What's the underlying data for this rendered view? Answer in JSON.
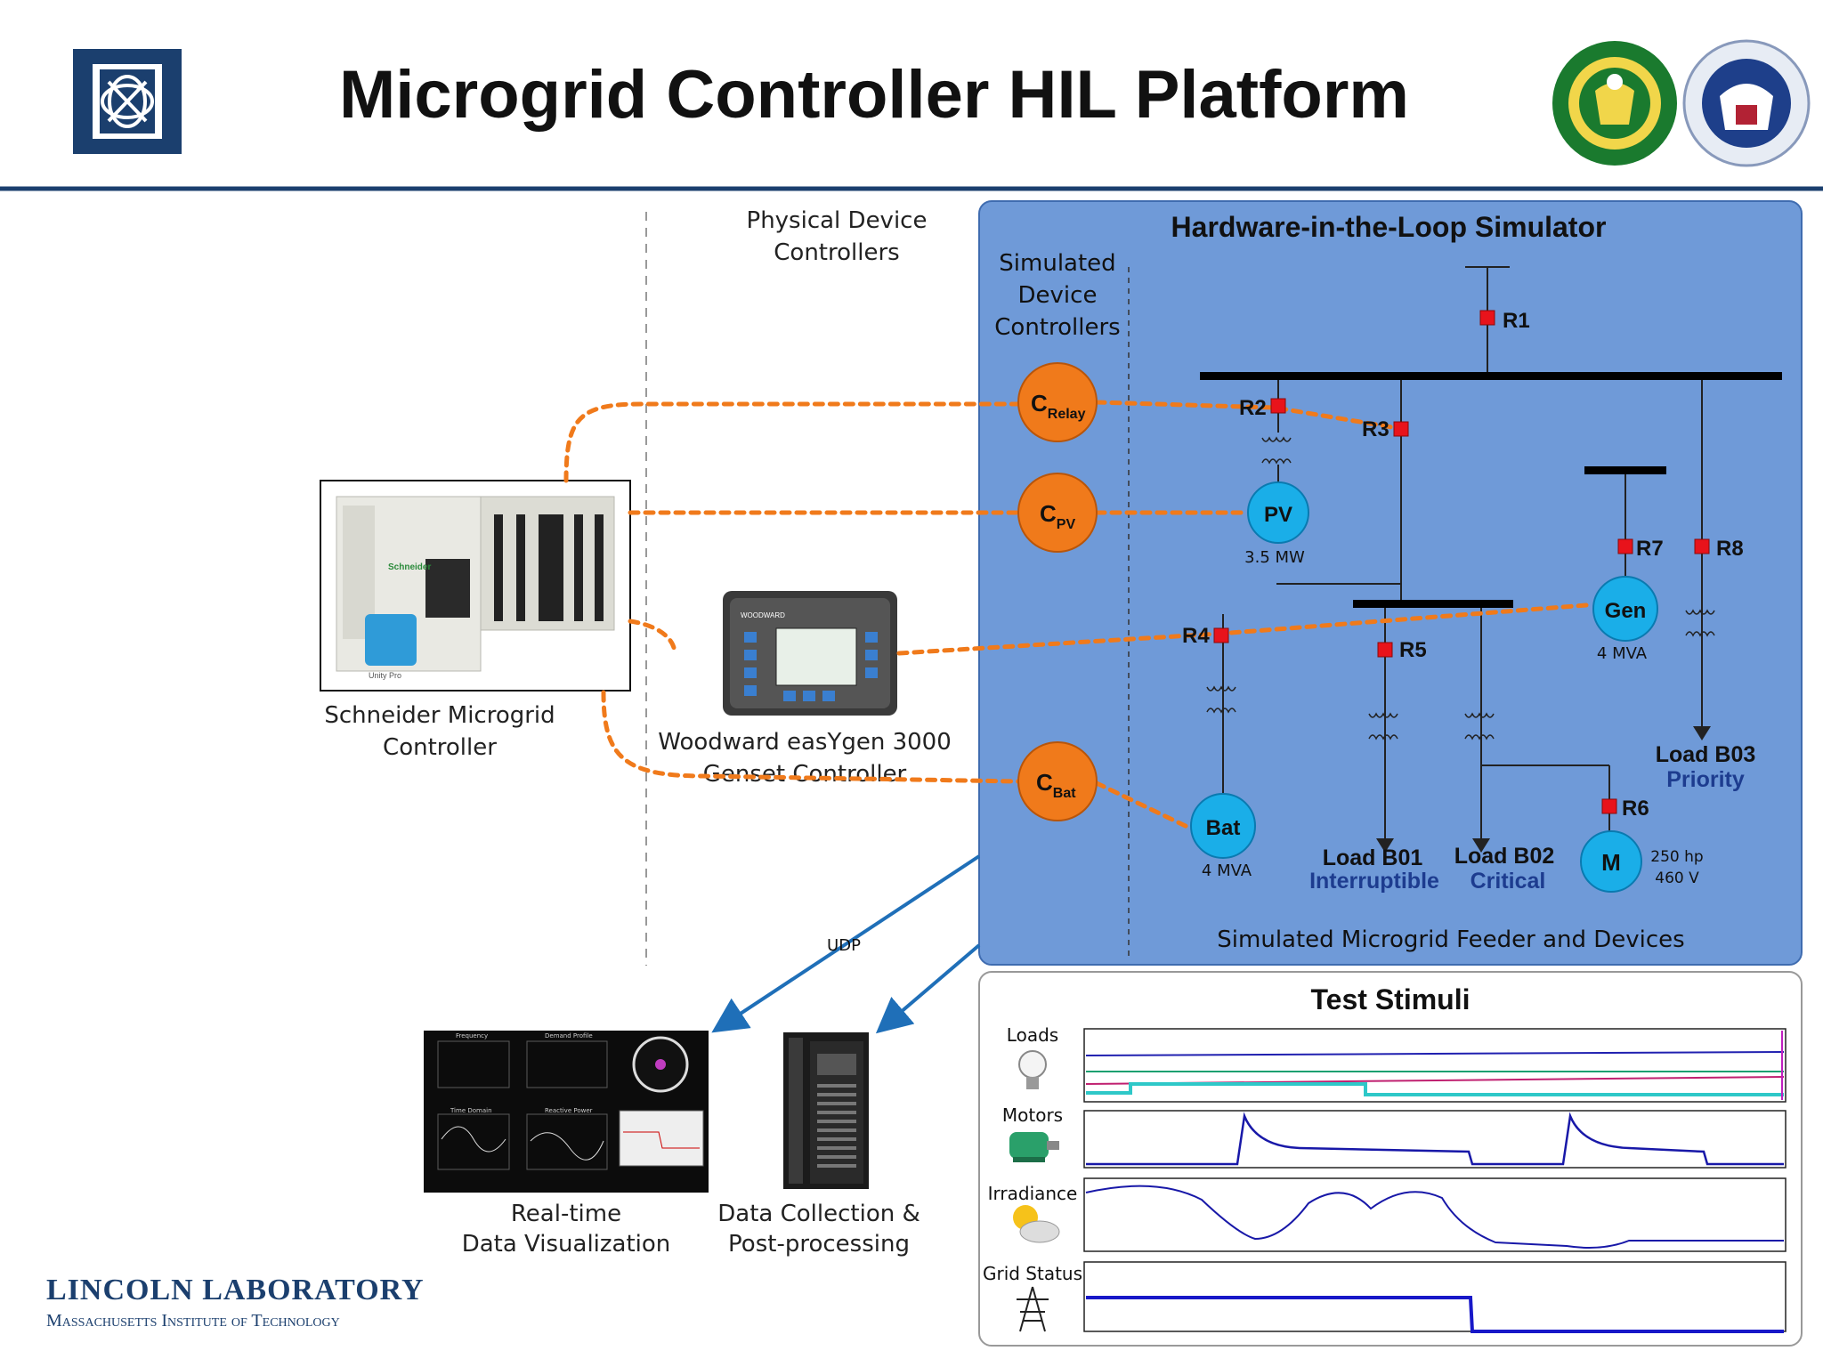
{
  "header": {
    "title": "Microgrid Controller HIL Platform"
  },
  "left": {
    "physical_label_1": "Physical Device",
    "physical_label_2": "Controllers",
    "schneider_label_1": "Schneider Microgrid",
    "schneider_label_2": "Controller",
    "schneider_logo": "Schneider",
    "unity_pro": "Unity Pro",
    "woodward_label_1": "Woodward easYgen 3000",
    "woodward_label_2": "Genset Controller",
    "woodward_brand": "WOODWARD",
    "udp": "UDP",
    "viz_label_1": "Real-time",
    "viz_label_2": "Data Visualization",
    "dc_label_1": "Data Collection &",
    "dc_label_2": "Post-processing"
  },
  "viz_panels": {
    "frequency": "Frequency",
    "demand": "Demand Profile",
    "time_domain": "Time Domain",
    "reactive": "Reactive Power"
  },
  "hil": {
    "title": "Hardware-in-the-Loop Simulator",
    "sim_label_1": "Simulated",
    "sim_label_2": "Device",
    "sim_label_3": "Controllers",
    "c": "C",
    "relay_sub": "Relay",
    "pv_sub": "PV",
    "bat_sub": "Bat",
    "relays": {
      "r1": "R1",
      "r2": "R2",
      "r3": "R3",
      "r4": "R4",
      "r5": "R5",
      "r6": "R6",
      "r7": "R7",
      "r8": "R8"
    },
    "pv": "PV",
    "pv_rating": "3.5 MW",
    "gen": "Gen",
    "gen_rating": "4 MVA",
    "bat": "Bat",
    "bat_rating": "4 MVA",
    "motor": "M",
    "motor_rating_1": "250 hp",
    "motor_rating_2": "460 V",
    "load_b01": "Load B01",
    "load_b01_type": "Interruptible",
    "load_b02": "Load B02",
    "load_b02_type": "Critical",
    "load_b03": "Load B03",
    "load_b03_type": "Priority",
    "footer": "Simulated Microgrid Feeder and Devices"
  },
  "stimuli": {
    "title": "Test Stimuli",
    "loads": "Loads",
    "motors": "Motors",
    "irradiance": "Irradiance",
    "grid_status": "Grid Status"
  },
  "footer": {
    "lab": "LINCOLN LABORATORY",
    "mit": "Massachusetts Institute of Technology"
  },
  "colors": {
    "navy": "#1b3f6e",
    "hil_bg": "#6f9ad8",
    "orange": "#f07a1b",
    "cyan": "#1aaee8",
    "relay": "#e8131b",
    "arrow": "#1f6fb8",
    "dark_text": "#1d3c8f"
  }
}
